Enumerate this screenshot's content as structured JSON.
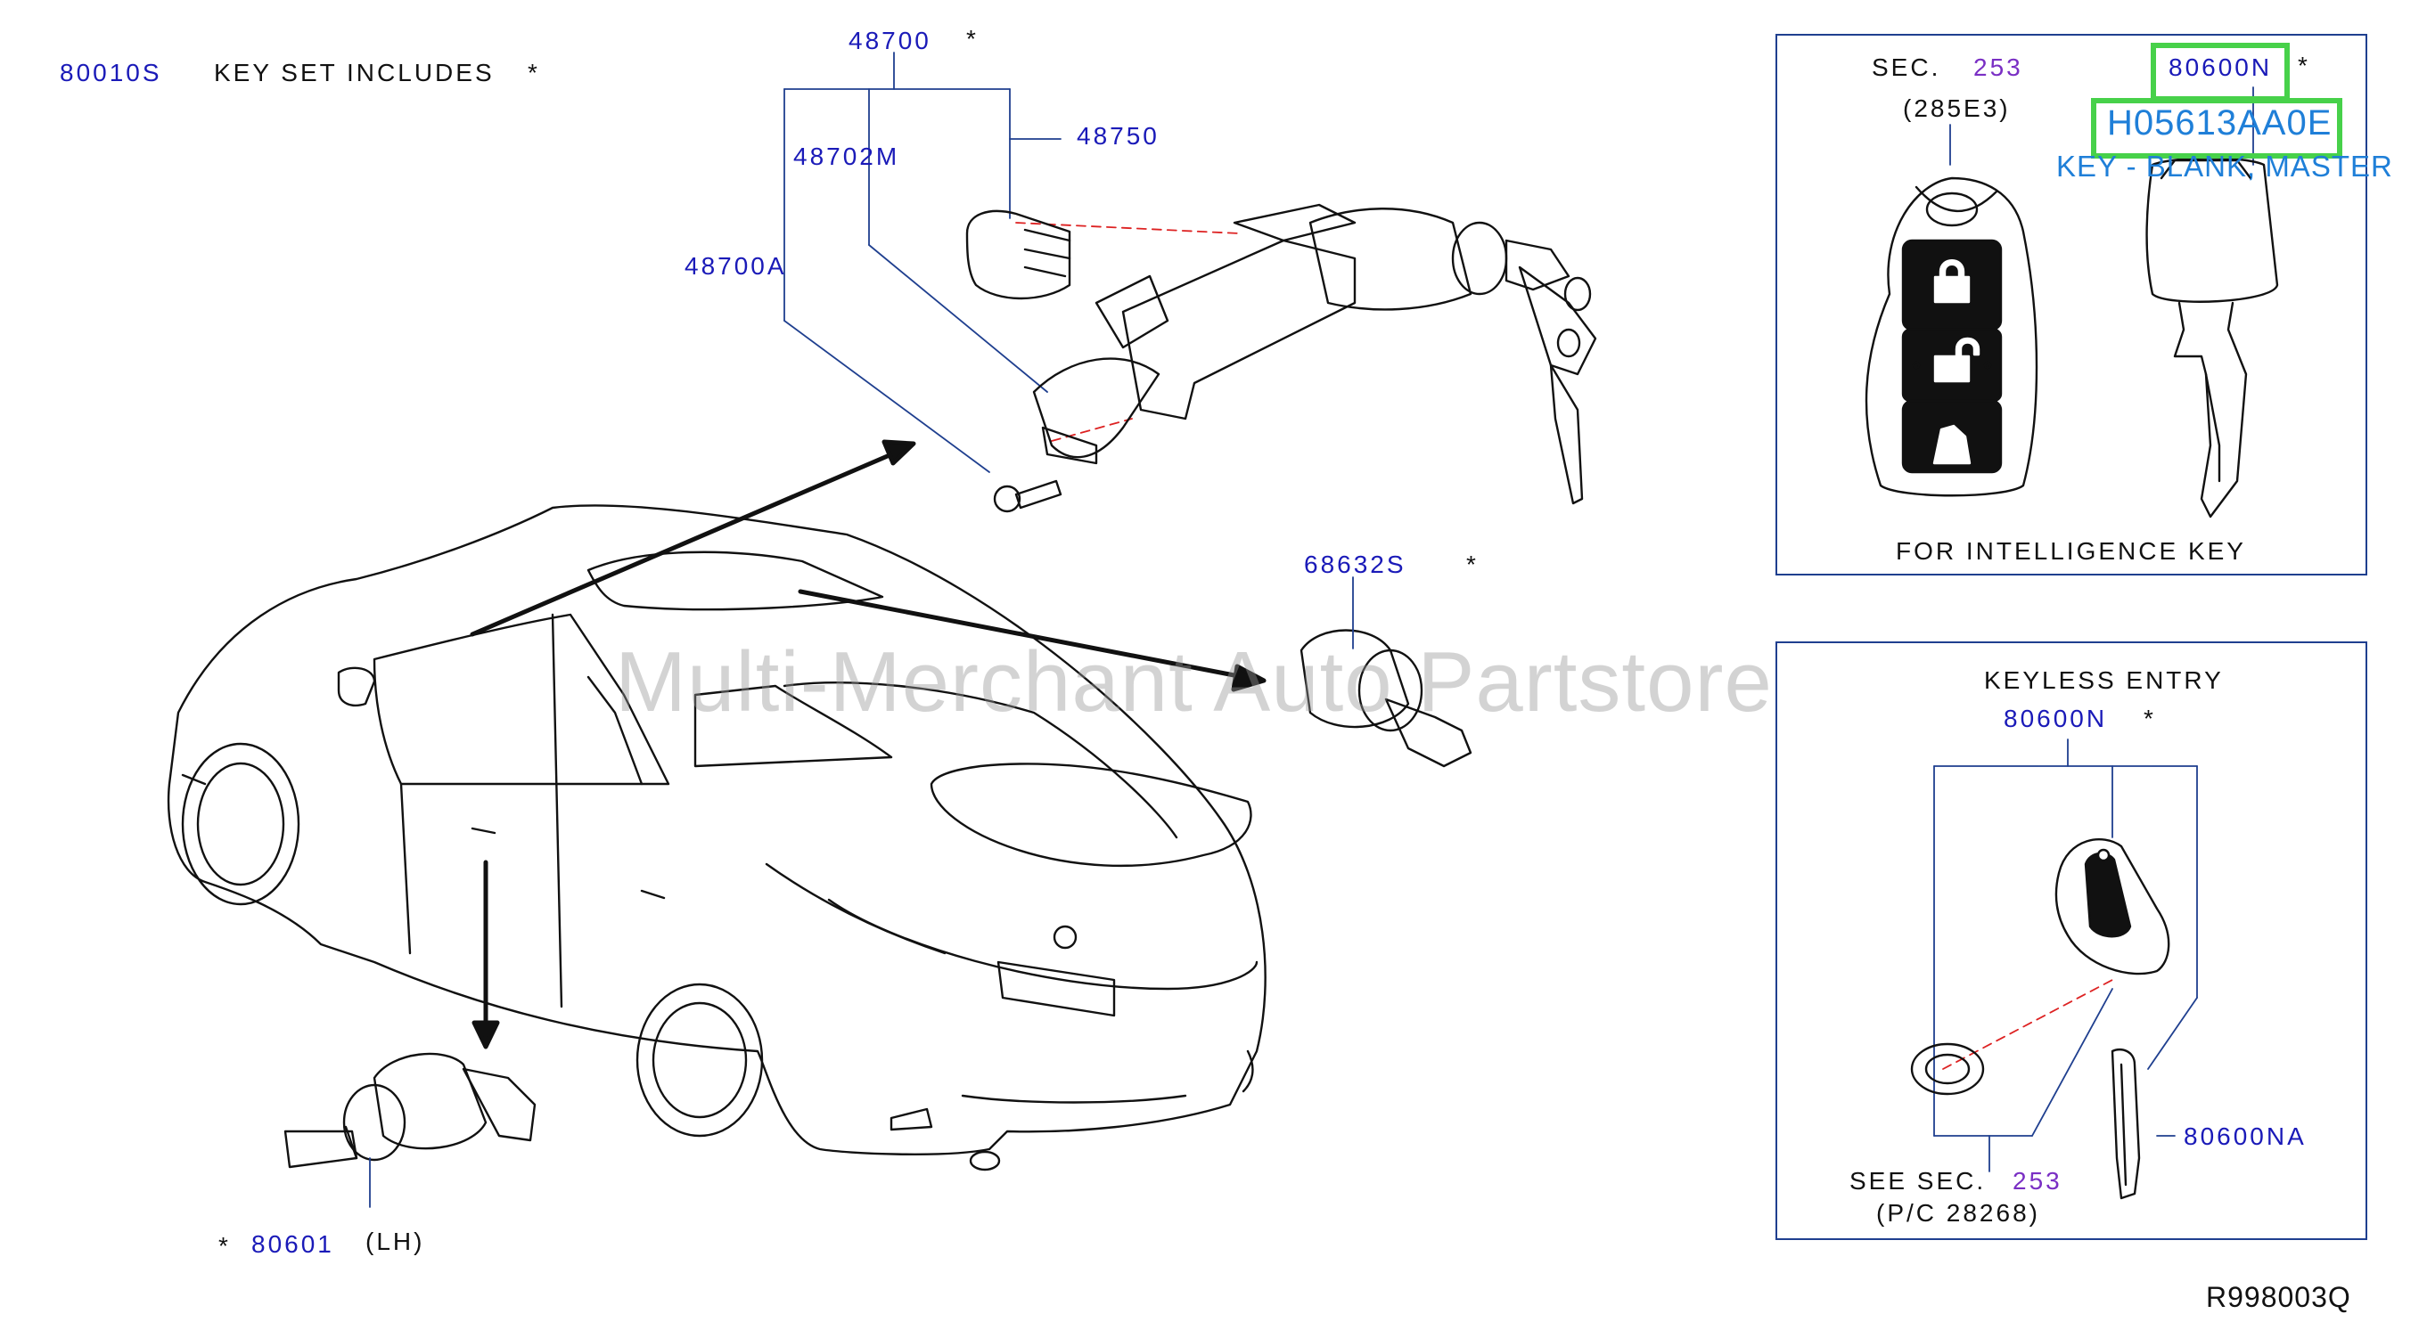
{
  "key_set": {
    "part": "80010S",
    "text": "KEY  SET  INCLUDES",
    "star": "*"
  },
  "ignition": {
    "assembly_part": "48700",
    "assembly_star": "*",
    "parts": [
      "48750",
      "48702M",
      "48700A"
    ]
  },
  "trunk": {
    "part": "68632S",
    "star": "*"
  },
  "door": {
    "star": "*",
    "part": "80601",
    "side": "(LH)"
  },
  "intelligence_key": {
    "sec_label": "SEC.",
    "sec_number": "253",
    "sec_sub": "(285E3)",
    "part": "80600N",
    "star": "*",
    "highlight_part": "H05613AA0E",
    "highlight_desc": "KEY - BLANK, MASTER",
    "caption": "FOR  INTELLIGENCE  KEY",
    "highlight_color": "#47d14a",
    "icons": [
      "lock-icon",
      "unlock-icon",
      "trunk-open-icon"
    ]
  },
  "keyless_entry": {
    "title": "KEYLESS  ENTRY",
    "part": "80600N",
    "star": "*",
    "sub_part": "80600NA",
    "see_label": "SEE  SEC.",
    "see_number": "253",
    "see_sub": "(P/C  28268)"
  },
  "watermark": "Multi-Merchant Auto Partstore",
  "diagram_code": "R998003Q",
  "colors": {
    "part_number": "#1a1ab8",
    "section_ref": "#7a2fc4",
    "highlight_text": "#1f7fd8"
  }
}
